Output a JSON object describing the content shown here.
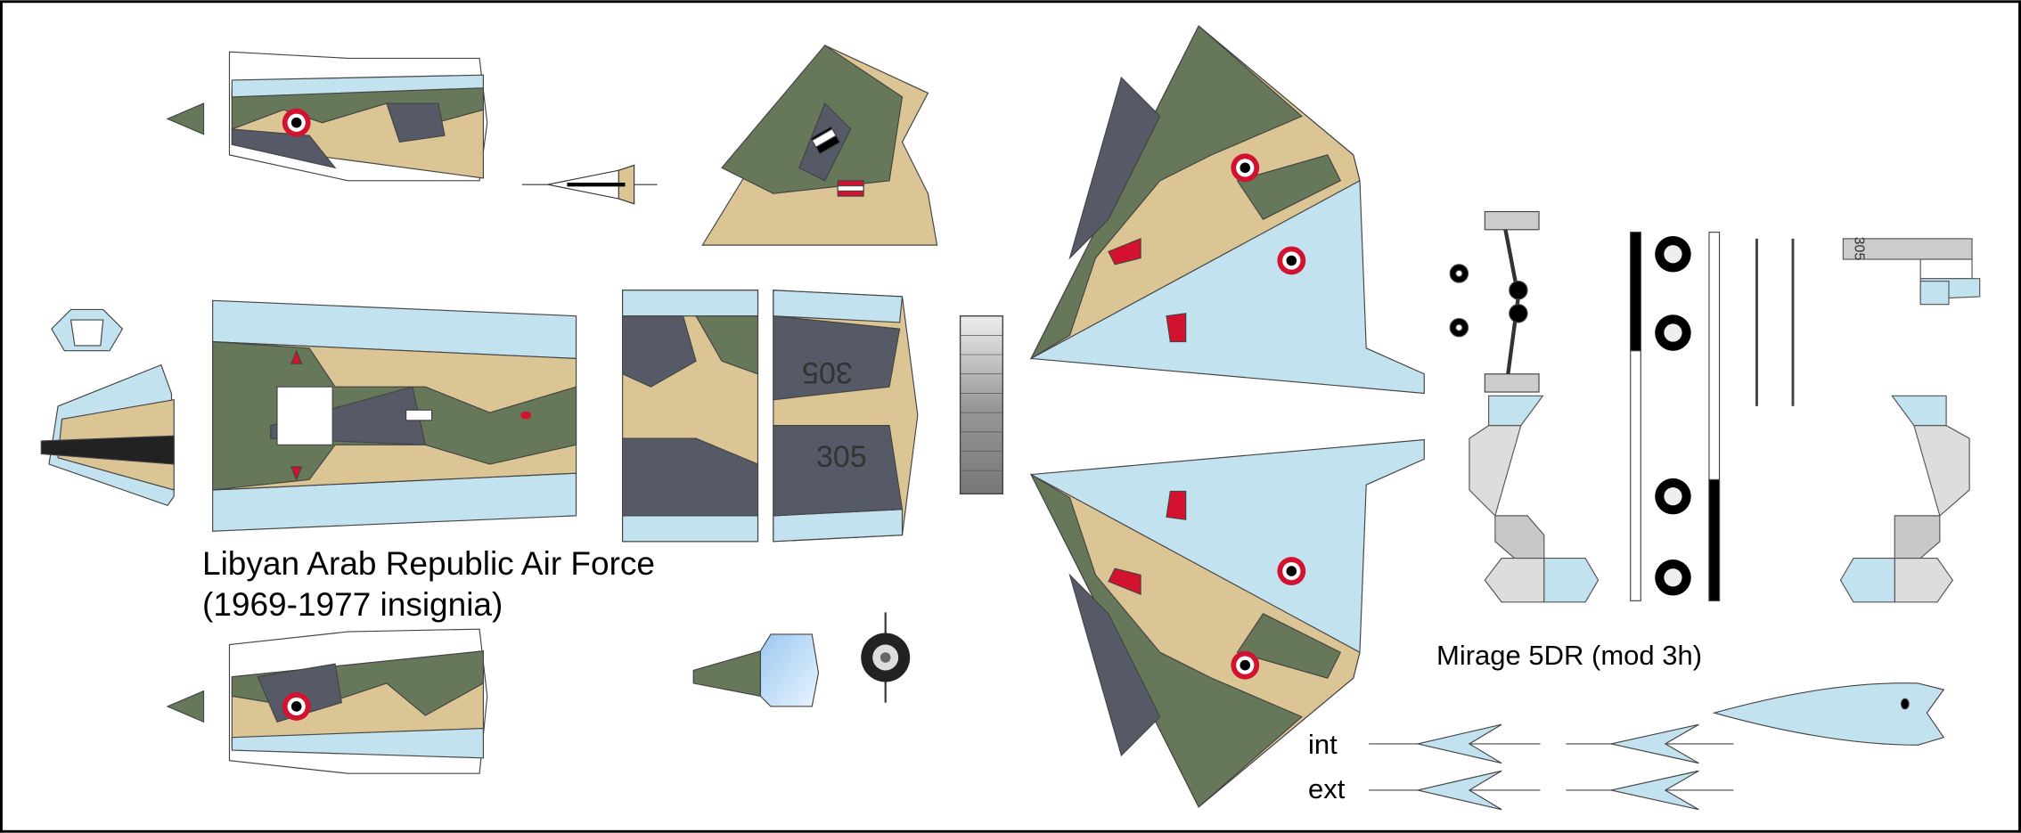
{
  "caption": {
    "air_force": "Libyan Arab Republic Air Force",
    "insignia_period": "(1969-1977 insignia)",
    "model": "Mirage 5DR (mod 3h)"
  },
  "tank_labels": {
    "internal": "int",
    "external": "ext"
  },
  "serials": {
    "fuselage_top": "305",
    "fuselage_bottom": "305",
    "tail": "305"
  },
  "colors": {
    "olive": "#66775a",
    "tan": "#dcc594",
    "dark_gray": "#555a66",
    "light_blue": "#c2e2ef",
    "roundel_red": "#d2122e",
    "panel_gray": "#c8c8c8"
  }
}
